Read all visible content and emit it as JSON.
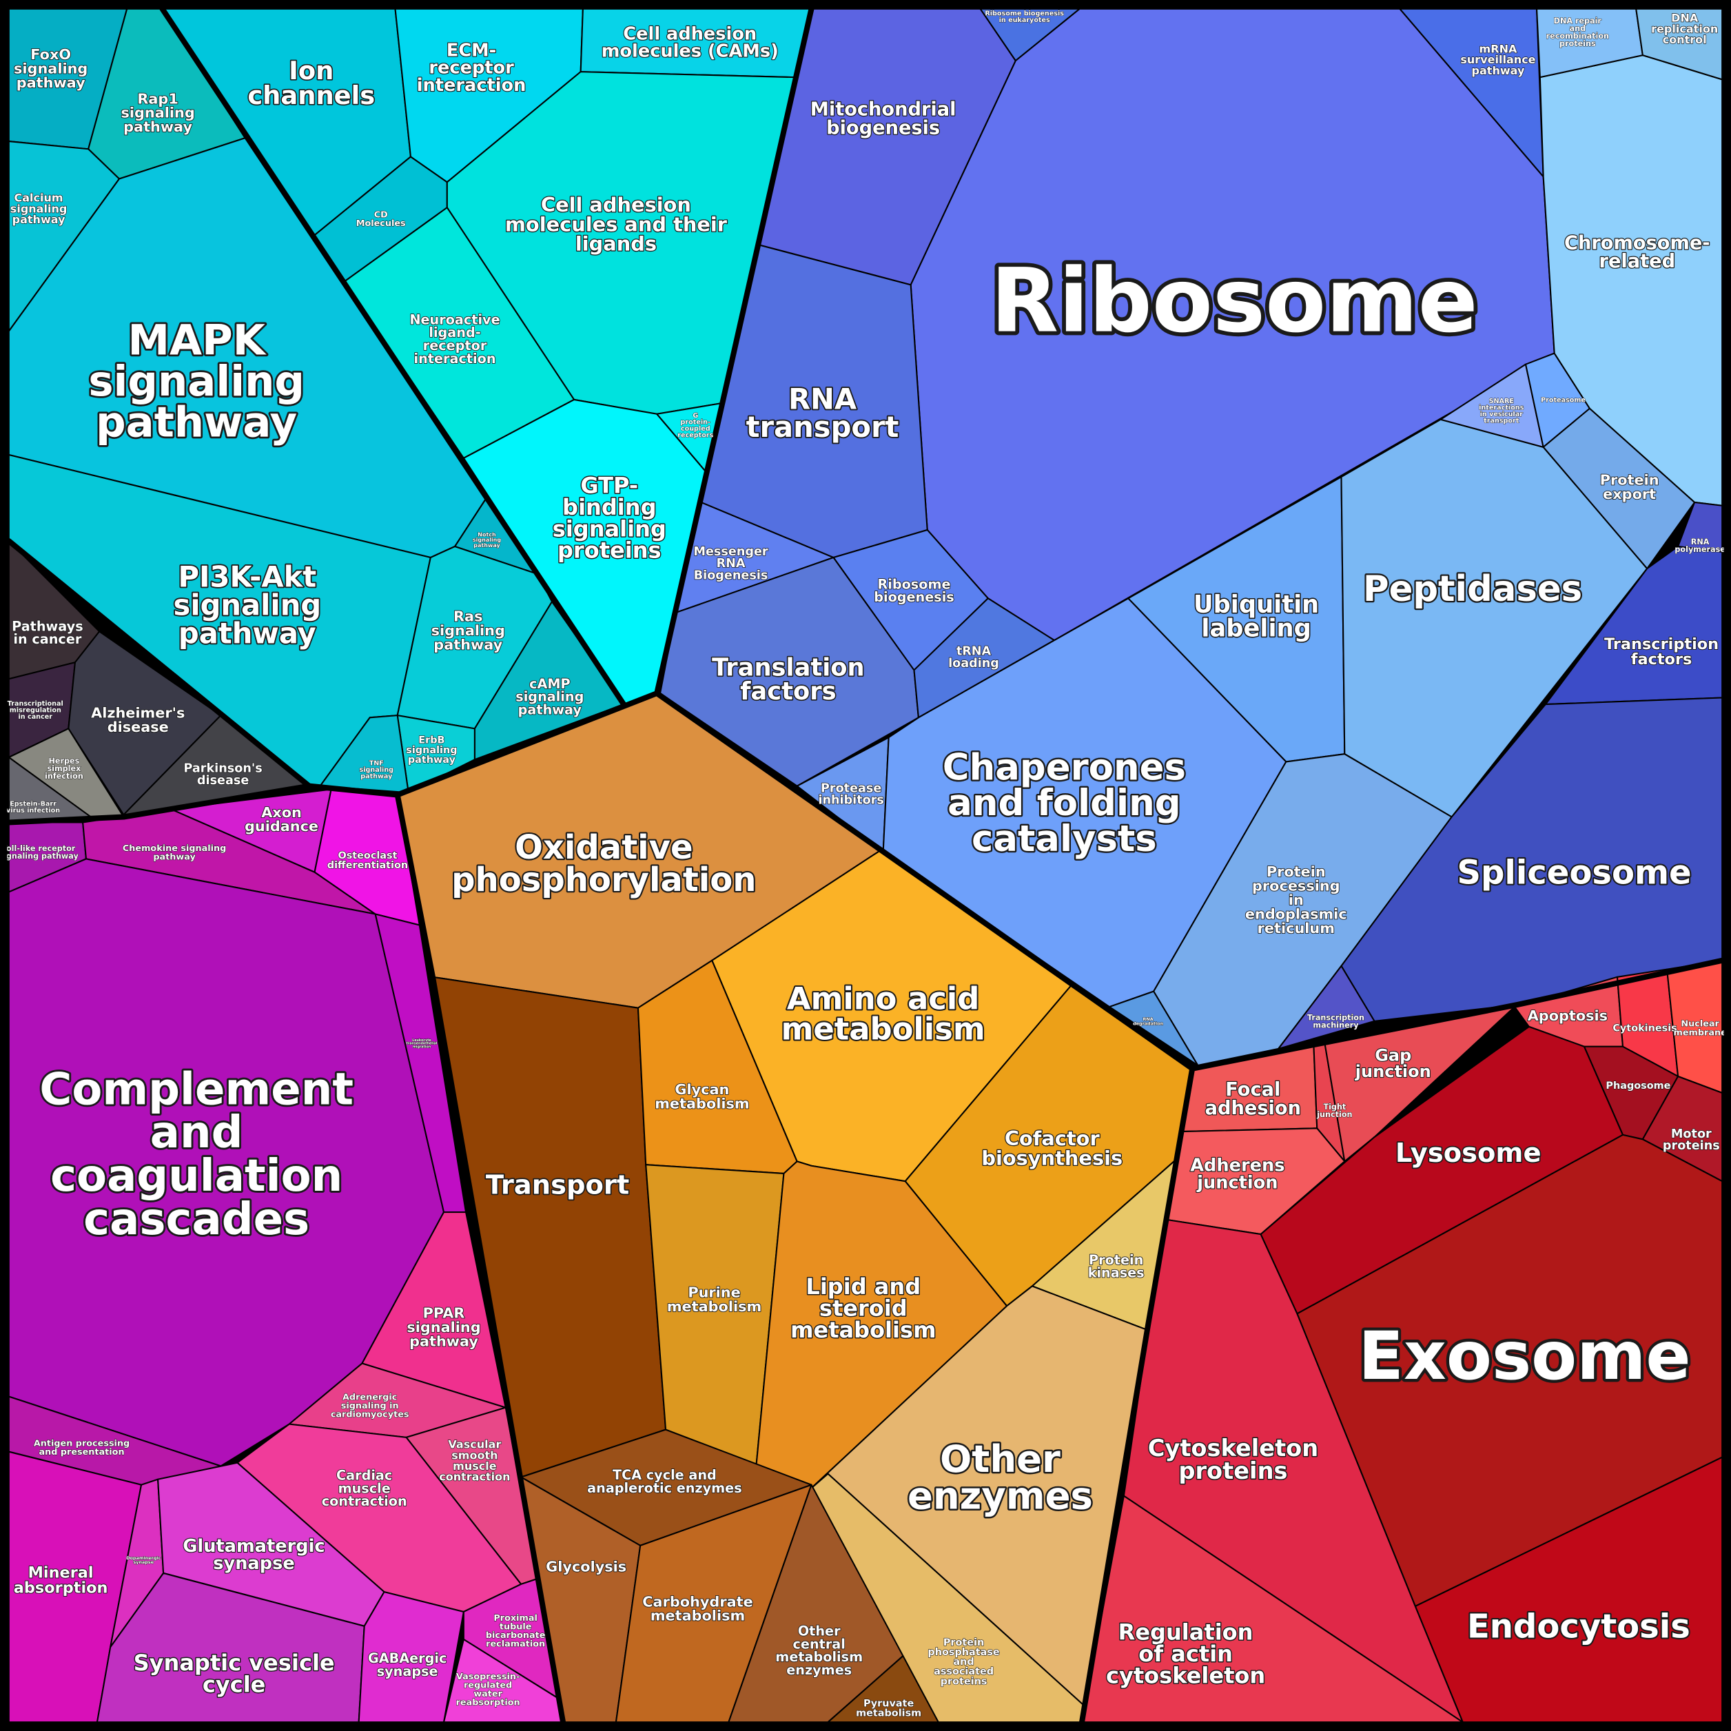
{
  "title": "Proteomap",
  "cells": {
    "foxo": {
      "label": "FoxO\nsignaling\npathway",
      "color": "#05aec4"
    },
    "rap1": {
      "label": "Rap1\nsignaling\npathway",
      "color": "#0bbcbc"
    },
    "calcium": {
      "label": "Calcium\nsignaling\npathway",
      "color": "#07c3d6"
    },
    "mapk": {
      "label": "MAPK\nsignaling\npathway",
      "color": "#08c4de"
    },
    "pi3k": {
      "label": "PI3K-Akt\nsignaling\npathway",
      "color": "#06c8d8"
    },
    "notch": {
      "label": "Notch\nsignaling\npathway",
      "color": "#05b6cb"
    },
    "ras": {
      "label": "Ras\nsignaling\npathway",
      "color": "#07ccd8"
    },
    "camp": {
      "label": "cAMP\nsignaling\npathway",
      "color": "#06b8c4"
    },
    "erbb": {
      "label": "ErbB\nsignaling\npathway",
      "color": "#0acfd6"
    },
    "tnf": {
      "label": "TNF\nsignaling\npathway",
      "color": "#07bdd0"
    },
    "ion": {
      "label": "Ion\nchannels",
      "color": "#00c6dc"
    },
    "ecm": {
      "label": "ECM-\nreceptor\ninteraction",
      "color": "#00d8f0"
    },
    "cams": {
      "label": "Cell adhesion\nmolecules (CAMs)",
      "color": "#08d3e8"
    },
    "cd": {
      "label": "CD\nMolecules",
      "color": "#00c0d4"
    },
    "camlig": {
      "label": "Cell adhesion\nmolecules and their\nligands",
      "color": "#00e2de"
    },
    "neuro": {
      "label": "Neuroactive\nligand-\nreceptor\ninteraction",
      "color": "#00e6dc"
    },
    "gtp": {
      "label": "GTP-\nbinding\nsignaling\nproteins",
      "color": "#00f6fc"
    },
    "gpcr": {
      "label": "G\nprotein-\ncoupled\nreceptors",
      "color": "#00eef2"
    },
    "cancer": {
      "label": "Pathways\nin cancer",
      "color": "#3a2f35"
    },
    "transmis": {
      "label": "Transcriptional\nmisregulation\nin cancer",
      "color": "#3a2540"
    },
    "alz": {
      "label": "Alzheimer's\ndisease",
      "color": "#3a3a48"
    },
    "park": {
      "label": "Parkinson's\ndisease",
      "color": "#434348"
    },
    "herpes": {
      "label": "Herpes\nsimplex\ninfection",
      "color": "#888880"
    },
    "ebv": {
      "label": "Epstein-Barr\nvirus infection",
      "color": "#67676f"
    },
    "toll": {
      "label": "Toll-like receptor\nsignaling pathway",
      "color": "#a818ae"
    },
    "chemokine": {
      "label": "Chemokine signaling\npathway",
      "color": "#c016a8"
    },
    "axon": {
      "label": "Axon\nguidance",
      "color": "#d41ed0"
    },
    "osteo": {
      "label": "Osteoclast\ndifferentiation",
      "color": "#f014e6"
    },
    "complement": {
      "label": "Complement\nand\ncoagulation\ncascades",
      "color": "#b010b8"
    },
    "leuko": {
      "label": "Leukocyte\ntransendothelial\nmigration",
      "color": "#c00ec4"
    },
    "ppar": {
      "label": "PPAR\nsignaling\npathway",
      "color": "#f0308e"
    },
    "adren": {
      "label": "Adrenergic\nsignaling in\ncardiomyocytes",
      "color": "#e8408a"
    },
    "vascular": {
      "label": "Vascular\nsmooth\nmuscle\ncontraction",
      "color": "#e84888"
    },
    "cardiac": {
      "label": "Cardiac\nmuscle\ncontraction",
      "color": "#f03c9a"
    },
    "antigen": {
      "label": "Antigen processing\nand presentation",
      "color": "#b818a8"
    },
    "mineral": {
      "label": "Mineral\nabsorption",
      "color": "#d810b8"
    },
    "dopa": {
      "label": "Dopaminergic\nsynapse",
      "color": "#dc30c0"
    },
    "gluta": {
      "label": "Glutamatergic\nsynapse",
      "color": "#dc3cd0"
    },
    "synves": {
      "label": "Synaptic vesicle\ncycle",
      "color": "#c030c0"
    },
    "gaba": {
      "label": "GABAergic\nsynapse",
      "color": "#e02cd0"
    },
    "proximal": {
      "label": "Proximal\ntubule\nbicarbonate\nreclamation",
      "color": "#e028c0"
    },
    "vaso": {
      "label": "Vasopressin-\nregulated\nwater\nreabsorption",
      "color": "#f040d8"
    },
    "oxphos": {
      "label": "Oxidative\nphosphorylation",
      "color": "#dc9040"
    },
    "transport": {
      "label": "Transport",
      "color": "#924304"
    },
    "glycan": {
      "label": "Glycan\nmetabolism",
      "color": "#ec9218"
    },
    "amino": {
      "label": "Amino acid\nmetabolism",
      "color": "#fbb226"
    },
    "cofactor": {
      "label": "Cofactor\nbiosynthesis",
      "color": "#eca018"
    },
    "purine": {
      "label": "Purine\nmetabolism",
      "color": "#dc9820"
    },
    "lipid": {
      "label": "Lipid and\nsteroid\nmetabolism",
      "color": "#e88f20"
    },
    "kinases": {
      "label": "Protein\nkinases",
      "color": "#e8c868"
    },
    "otherenz": {
      "label": "Other\nenzymes",
      "color": "#e6b670"
    },
    "phosphatase": {
      "label": "Protein\nphosphatase\nand\nassociated\nproteins",
      "color": "#e6bc68"
    },
    "tca": {
      "label": "TCA cycle and\nanaplerotic enzymes",
      "color": "#9a5018"
    },
    "glycolysis": {
      "label": "Glycolysis",
      "color": "#b06028"
    },
    "carbo": {
      "label": "Carbohydrate\nmetabolism",
      "color": "#c06820"
    },
    "othercentral": {
      "label": "Other\ncentral\nmetabolism\nenzymes",
      "color": "#a05828"
    },
    "pyruvate": {
      "label": "Pyruvate\nmetabolism",
      "color": "#8a4a10"
    },
    "mito": {
      "label": "Mitochondrial\nbiogenesis",
      "color": "#5c64e2"
    },
    "ribeuk": {
      "label": "Ribosome biogenesis\nin eukaryotes",
      "color": "#4a72e2"
    },
    "ribosome": {
      "label": "Ribosome",
      "color": "#6272f0"
    },
    "mrnasurv": {
      "label": "mRNA\nsurveillance\npathway",
      "color": "#4a6ee8"
    },
    "rnatransport": {
      "label": "RNA\ntransport",
      "color": "#5470e0"
    },
    "messenger": {
      "label": "Messenger\nRNA\nBiogenesis",
      "color": "#6080f0"
    },
    "transfac": {
      "label": "Translation\nfactors",
      "color": "#5a78d8"
    },
    "ribbio": {
      "label": "Ribosome\nbiogenesis",
      "color": "#5a80f0"
    },
    "trna": {
      "label": "tRNA\nloading",
      "color": "#5078e0"
    },
    "protinh": {
      "label": "Protease\ninhibitors",
      "color": "#6a98f0"
    },
    "chaperones": {
      "label": "Chaperones\nand folding\ncatalysts",
      "color": "#6ea0fa"
    },
    "ubiquitin": {
      "label": "Ubiquitin\nlabeling",
      "color": "#6aa8f8"
    },
    "peptidases": {
      "label": "Peptidases",
      "color": "#7ab8f4"
    },
    "er": {
      "label": "Protein\nprocessing\nin\nendoplasmic\nreticulum",
      "color": "#78acec"
    },
    "rnadeg": {
      "label": "RNA\ndegradation",
      "color": "#5a9ae2"
    },
    "snare": {
      "label": "SNARE\ninteractions\nin vesicular\ntransport",
      "color": "#88a8fa"
    },
    "proteasome": {
      "label": "Proteasome",
      "color": "#70aaff"
    },
    "export": {
      "label": "Protein\nexport",
      "color": "#74aaea"
    },
    "chromosome": {
      "label": "Chromosome-\nrelated",
      "color": "#8fd0fc"
    },
    "dnarepair": {
      "label": "DNA repair\nand\nrecombination\nproteins",
      "color": "#84c0f8"
    },
    "dnarepl": {
      "label": "DNA\nreplication\ncontrol",
      "color": "#80c0ec"
    },
    "rnapol": {
      "label": "RNA\npolymerase",
      "color": "#4a50c8"
    },
    "transfactors": {
      "label": "Transcription\nfactors",
      "color": "#3c4cc8"
    },
    "spliceosome": {
      "label": "Spliceosome",
      "color": "#4050c0"
    },
    "transmach": {
      "label": "Transcription\nmachinery",
      "color": "#5454c8"
    },
    "focal": {
      "label": "Focal\nadhesion",
      "color": "#f05858"
    },
    "tight": {
      "label": "Tight\njunction",
      "color": "#e84450"
    },
    "gap": {
      "label": "Gap\njunction",
      "color": "#e84c55"
    },
    "apoptosis": {
      "label": "Apoptosis",
      "color": "#f04c58"
    },
    "cytokinesis": {
      "label": "Cytokinesis",
      "color": "#f83848"
    },
    "nuclear": {
      "label": "Nuclear\nmembrane",
      "color": "#ff5048"
    },
    "phagosome": {
      "label": "Phagosome",
      "color": "#a41020"
    },
    "motor": {
      "label": "Motor\nproteins",
      "color": "#b01828"
    },
    "lysosome": {
      "label": "Lysosome",
      "color": "#b8081c"
    },
    "adherens": {
      "label": "Adherens\njunction",
      "color": "#f45a5e"
    },
    "exosome": {
      "label": "Exosome",
      "color": "#b01818"
    },
    "endocytosis": {
      "label": "Endocytosis",
      "color": "#c00818"
    },
    "cytoskeleton": {
      "label": "Cytoskeleton\nproteins",
      "color": "#e02848"
    },
    "actin": {
      "label": "Regulation\nof actin\ncytoskeleton",
      "color": "#e83850"
    }
  }
}
